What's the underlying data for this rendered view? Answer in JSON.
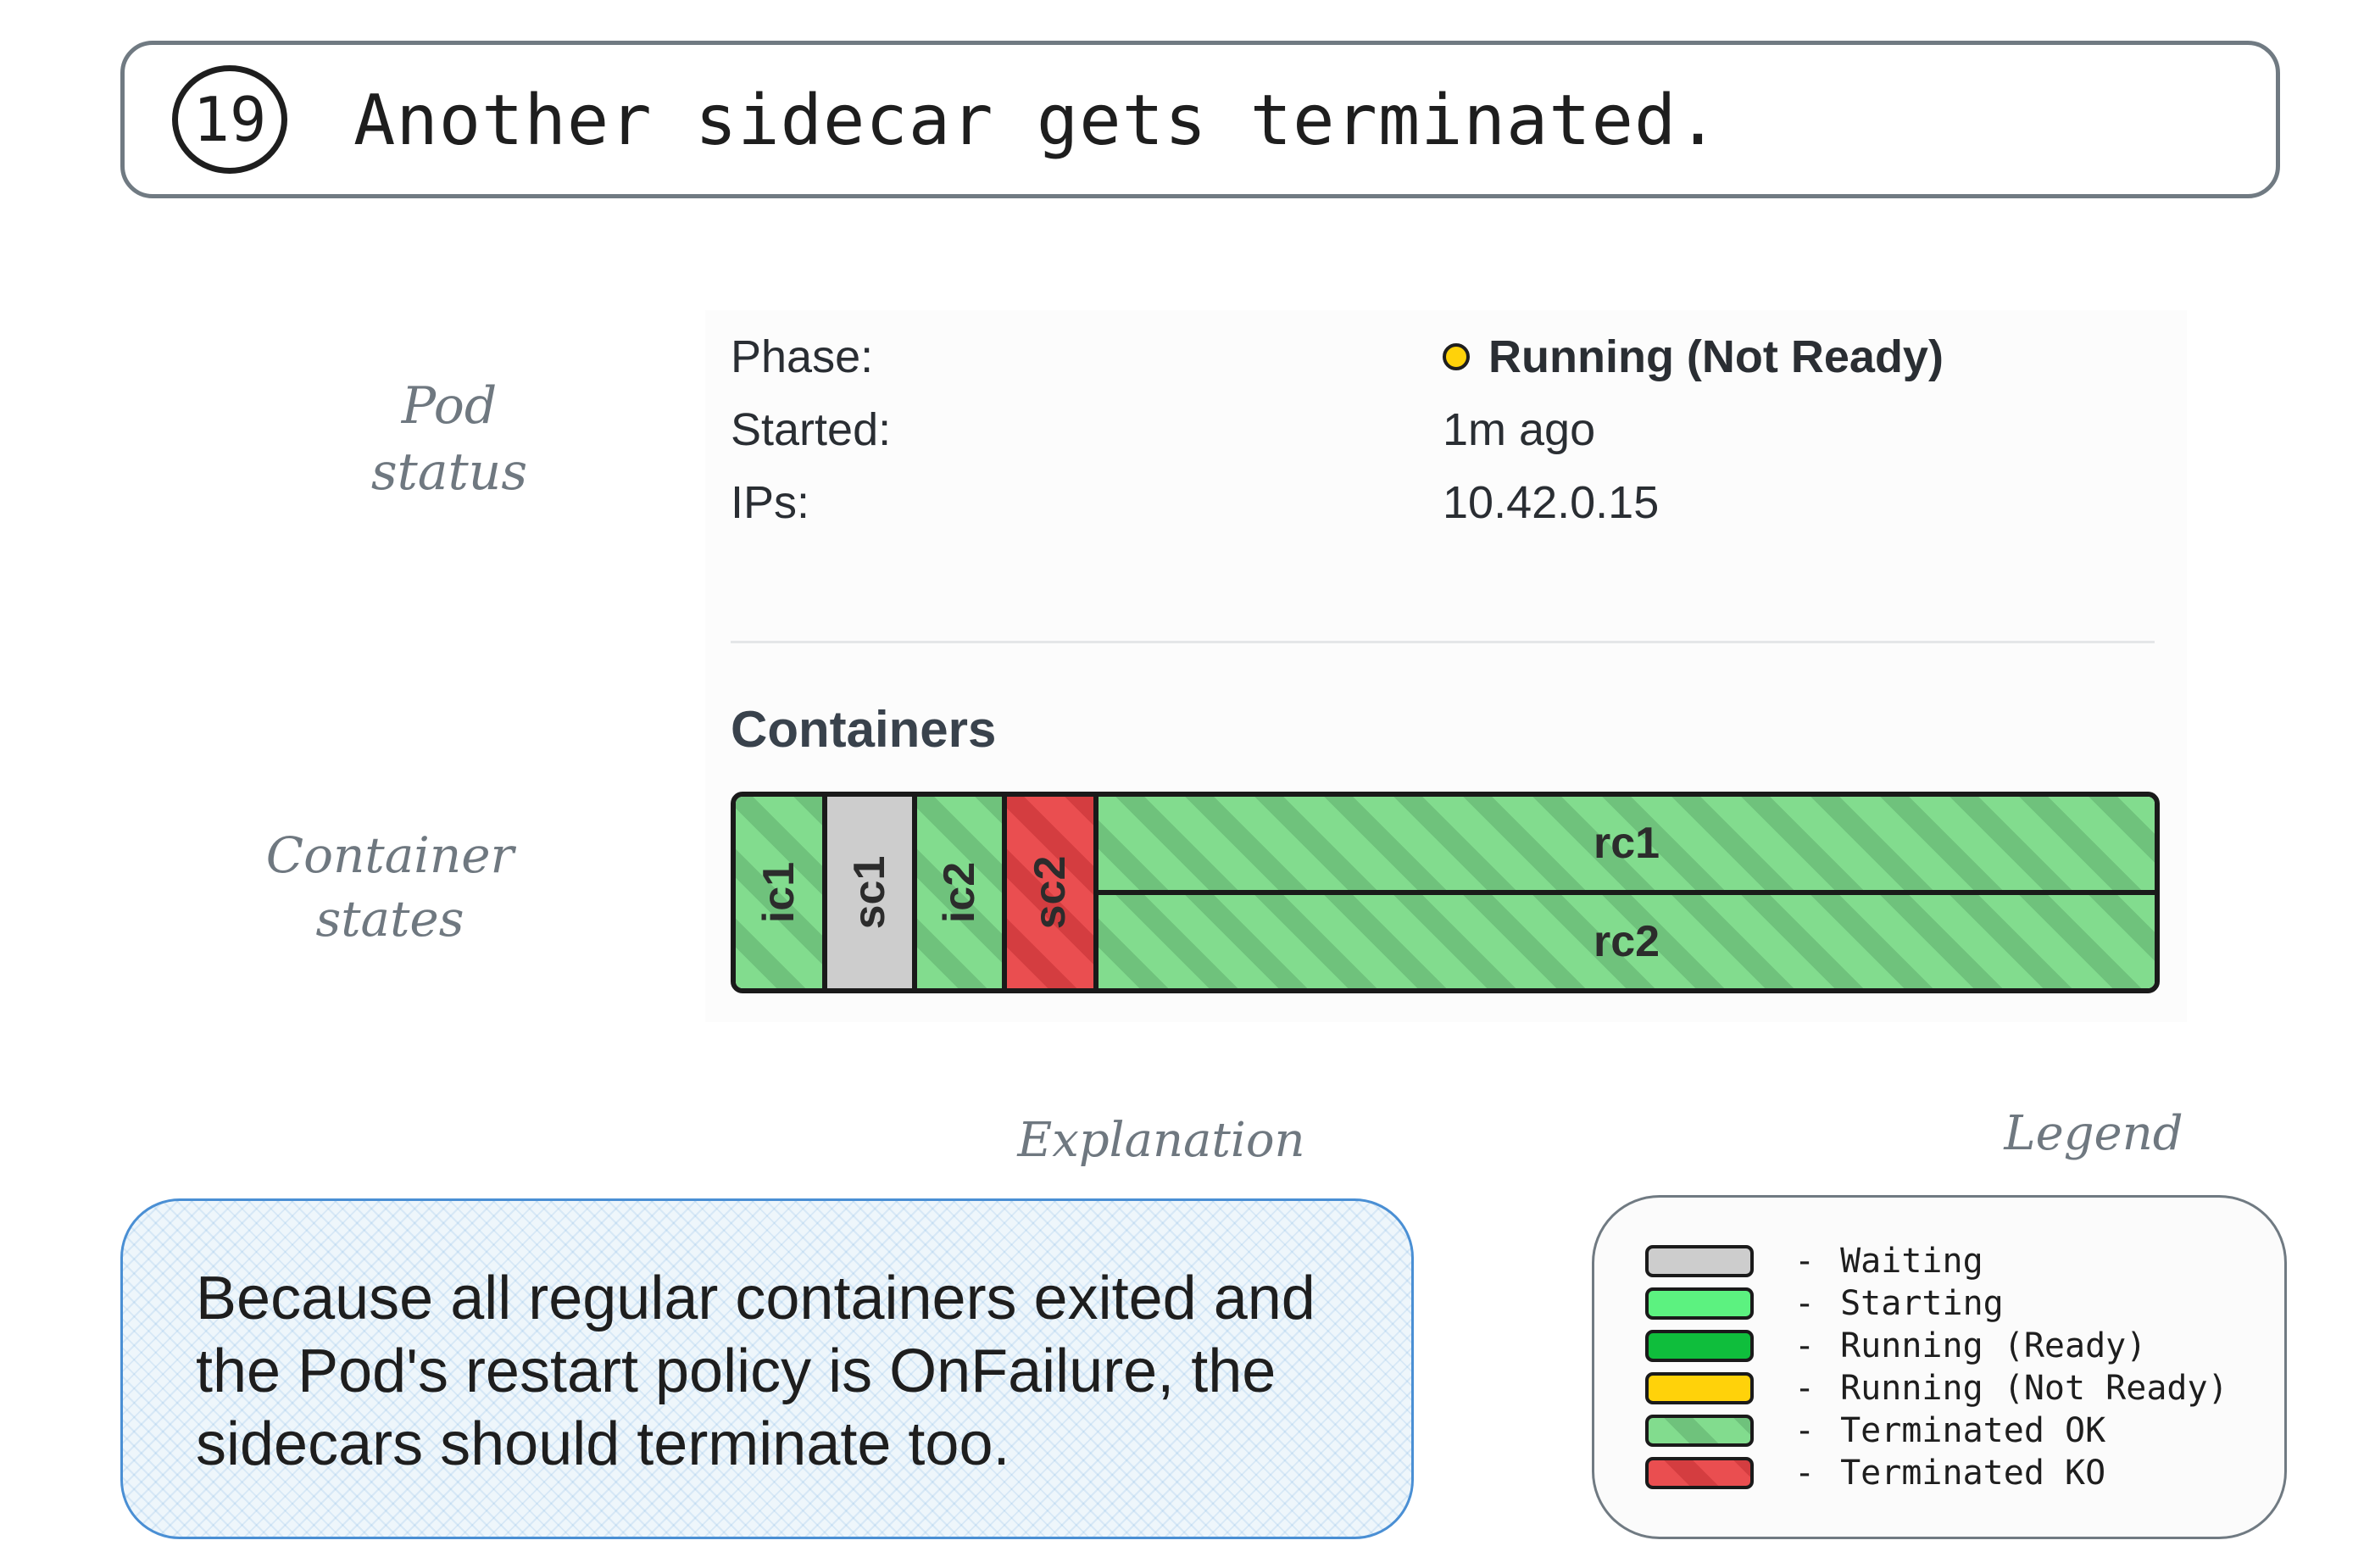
{
  "header": {
    "step": "19",
    "title": "Another sidecar gets terminated."
  },
  "labels": {
    "pod_status": [
      "Pod",
      "status"
    ],
    "container_states": [
      "Container",
      "states"
    ],
    "explanation": "Explanation",
    "legend": "Legend"
  },
  "pod": {
    "phase_key": "Phase:",
    "phase_value": "Running (Not Ready)",
    "started_key": "Started:",
    "started_value": "1m ago",
    "ips_key": "IPs:",
    "ips_value": "10.42.0.15",
    "status_dot_color": "#ffd20a"
  },
  "containers": {
    "title": "Containers",
    "cells": [
      {
        "name": "ic1",
        "state": "Terminated OK"
      },
      {
        "name": "sc1",
        "state": "Waiting"
      },
      {
        "name": "ic2",
        "state": "Terminated OK"
      },
      {
        "name": "sc2",
        "state": "Terminated KO"
      }
    ],
    "regular": [
      {
        "name": "rc1",
        "state": "Terminated OK"
      },
      {
        "name": "rc2",
        "state": "Terminated OK"
      }
    ]
  },
  "explanation": {
    "text": "Because all regular containers exited and the Pod's restart policy is OnFailure, the sidecars should terminate too."
  },
  "legend": {
    "items": [
      {
        "label": "Waiting",
        "color": "#cdcdcd"
      },
      {
        "label": "Starting",
        "color": "#5cf280"
      },
      {
        "label": "Running (Ready)",
        "color": "#0fbe3c"
      },
      {
        "label": "Running (Not Ready)",
        "color": "#ffd20a"
      },
      {
        "label": "Terminated OK",
        "color": "#82dc8e",
        "pattern": "hatched"
      },
      {
        "label": "Terminated KO",
        "color": "#ea4e50",
        "pattern": "hatched"
      }
    ]
  }
}
